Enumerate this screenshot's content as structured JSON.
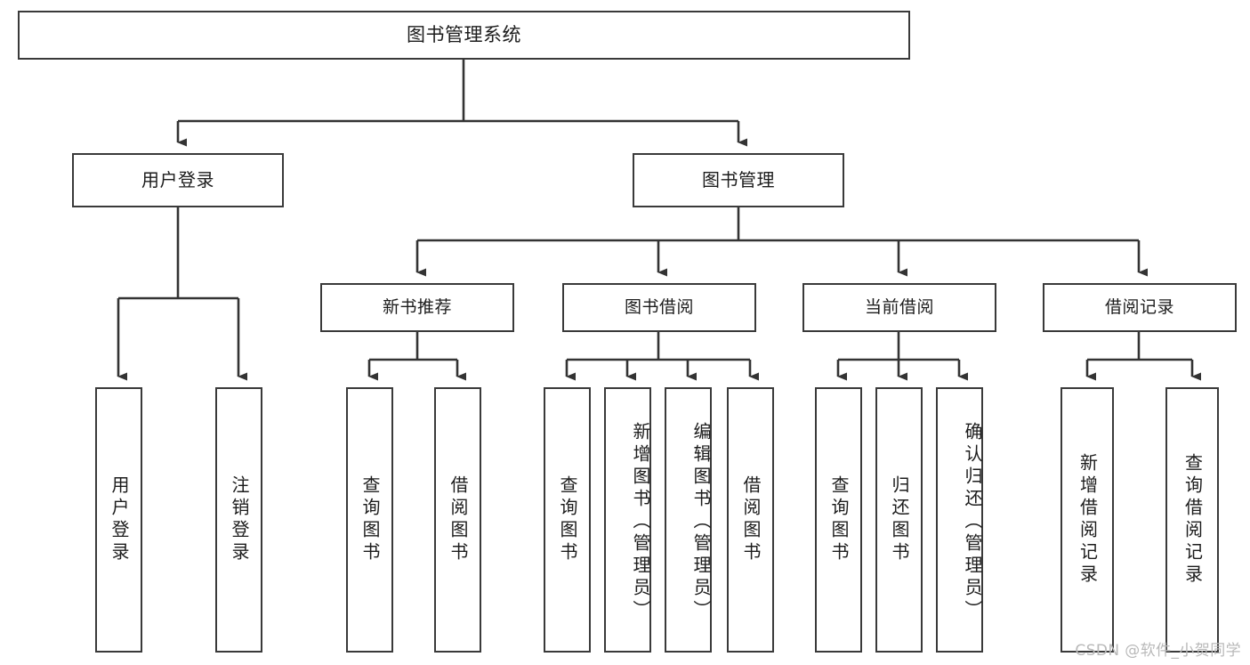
{
  "diagram": {
    "title": "图书管理系统",
    "type": "tree-hierarchy",
    "watermark": "CSDN @软件_小贺同学",
    "colors": {
      "background": "#ffffff",
      "box_border": "#3a3a3a",
      "box_fill": "#ffffff",
      "edge": "#333333",
      "text": "#1c1c1c",
      "watermark": "#b9b9b9"
    },
    "root": {
      "id": "book-management-system",
      "label": "图书管理系统"
    },
    "level1": [
      {
        "id": "user-login",
        "label": "用户登录"
      },
      {
        "id": "book-management",
        "label": "图书管理"
      }
    ],
    "level2": [
      {
        "id": "new-book-recommend",
        "label": "新书推荐",
        "parent": "book-management"
      },
      {
        "id": "book-borrow",
        "label": "图书借阅",
        "parent": "book-management"
      },
      {
        "id": "current-loan",
        "label": "当前借阅",
        "parent": "book-management"
      },
      {
        "id": "loan-record",
        "label": "借阅记录",
        "parent": "book-management"
      }
    ],
    "leaves": {
      "user-login": [
        {
          "id": "leaf-user-login",
          "label": "用户登录"
        },
        {
          "id": "leaf-logout",
          "label": "注销登录"
        }
      ],
      "new-book-recommend": [
        {
          "id": "leaf-query-book-1",
          "label": "查询图书"
        },
        {
          "id": "leaf-borrow-book-1",
          "label": "借阅图书"
        }
      ],
      "book-borrow": [
        {
          "id": "leaf-query-book-2",
          "label": "查询图书"
        },
        {
          "id": "leaf-add-book",
          "label": "新增图书（管理员）"
        },
        {
          "id": "leaf-edit-book",
          "label": "编辑图书（管理员）"
        },
        {
          "id": "leaf-borrow-book-2",
          "label": "借阅图书"
        }
      ],
      "current-loan": [
        {
          "id": "leaf-query-book-3",
          "label": "查询图书"
        },
        {
          "id": "leaf-return-book",
          "label": "归还图书"
        },
        {
          "id": "leaf-confirm-return",
          "label": "确认归还（管理员）"
        }
      ],
      "loan-record": [
        {
          "id": "leaf-add-record",
          "label": "新增借阅记录"
        },
        {
          "id": "leaf-query-record",
          "label": "查询借阅记录"
        }
      ]
    }
  }
}
